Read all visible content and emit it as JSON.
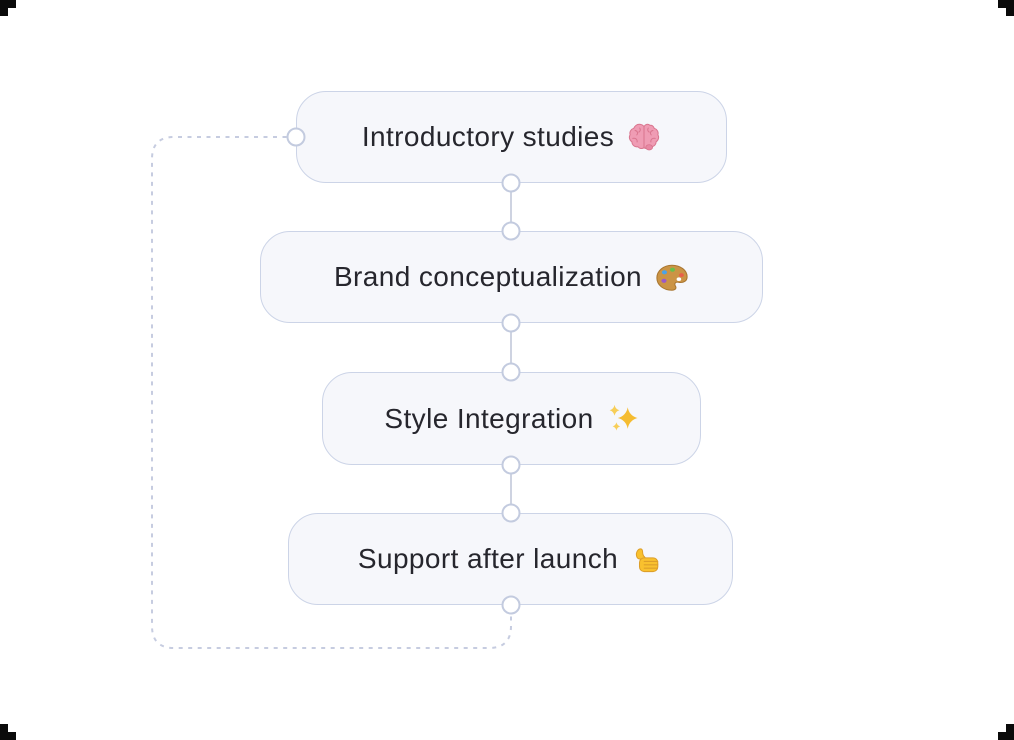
{
  "diagram": {
    "type": "flowchart",
    "nodes": [
      {
        "label": "Introductory studies",
        "icon": "brain-icon"
      },
      {
        "label": "Brand conceptualization",
        "icon": "palette-icon"
      },
      {
        "label": "Style Integration",
        "icon": "sparkles-icon"
      },
      {
        "label": "Support after launch",
        "icon": "thumbs-up-icon"
      }
    ],
    "connections": [
      {
        "from": "Introductory studies",
        "to": "Brand conceptualization",
        "style": "solid"
      },
      {
        "from": "Brand conceptualization",
        "to": "Style Integration",
        "style": "solid"
      },
      {
        "from": "Style Integration",
        "to": "Support after launch",
        "style": "solid"
      },
      {
        "from": "Support after launch",
        "to": "Introductory studies",
        "style": "dashed-loopback"
      }
    ],
    "colors": {
      "node_fill": "#f6f7fb",
      "node_border": "#ccd4e7",
      "connector_line": "#c8cede",
      "connector_dot_border": "#c3cbdf",
      "connector_dot_fill": "#ffffff",
      "dashed_loop": "#c6cce0",
      "text": "#26262d",
      "corner_marks": "#0a0a0a",
      "background": "#ffffff"
    }
  }
}
